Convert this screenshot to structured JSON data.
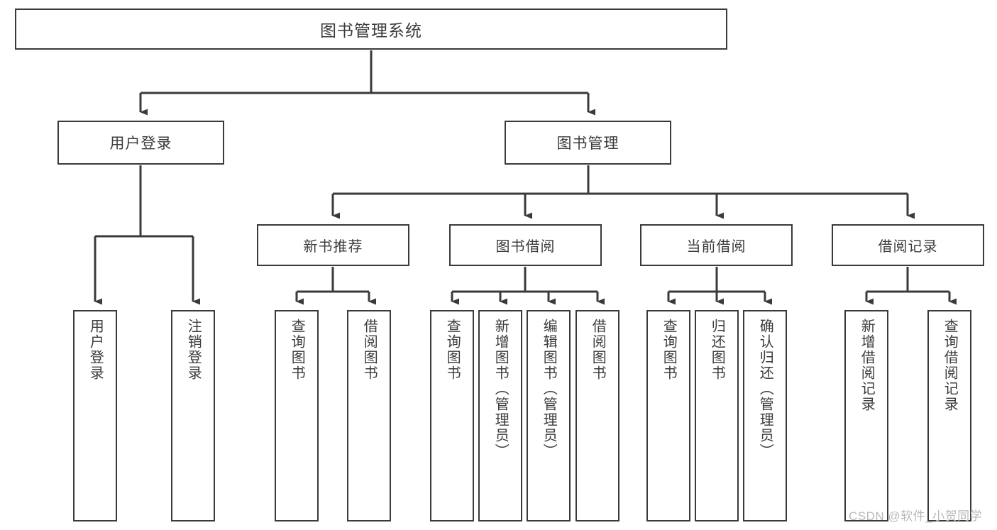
{
  "diagram": {
    "title": "图书管理系统",
    "type": "hierarchy-tree",
    "colors": {
      "box_border": "#3a3a3a",
      "box_fill": "#ffffff",
      "connector": "#3a3a3a",
      "text": "#3c3c3c",
      "watermark": "#b9b9b9",
      "background": "#ffffff"
    },
    "root": {
      "label": "图书管理系统"
    },
    "level2": [
      {
        "label": "用户登录"
      },
      {
        "label": "图书管理"
      }
    ],
    "level3": [
      {
        "label": "新书推荐"
      },
      {
        "label": "图书借阅"
      },
      {
        "label": "当前借阅"
      },
      {
        "label": "借阅记录"
      }
    ],
    "leaves": {
      "user_login": [
        {
          "label": "用户登录"
        },
        {
          "label": "注销登录"
        }
      ],
      "new_book_recommend": [
        {
          "label": "查询图书"
        },
        {
          "label": "借阅图书"
        }
      ],
      "book_borrow": [
        {
          "label": "查询图书"
        },
        {
          "label": "新增图书（管理员）"
        },
        {
          "label": "编辑图书（管理员）"
        },
        {
          "label": "借阅图书"
        }
      ],
      "current_borrow": [
        {
          "label": "查询图书"
        },
        {
          "label": "归还图书"
        },
        {
          "label": "确认归还（管理员）"
        }
      ],
      "borrow_record": [
        {
          "label": "新增借阅记录"
        },
        {
          "label": "查询借阅记录"
        }
      ]
    }
  },
  "watermark": {
    "text": "CSDN @软件_小贺同学"
  }
}
